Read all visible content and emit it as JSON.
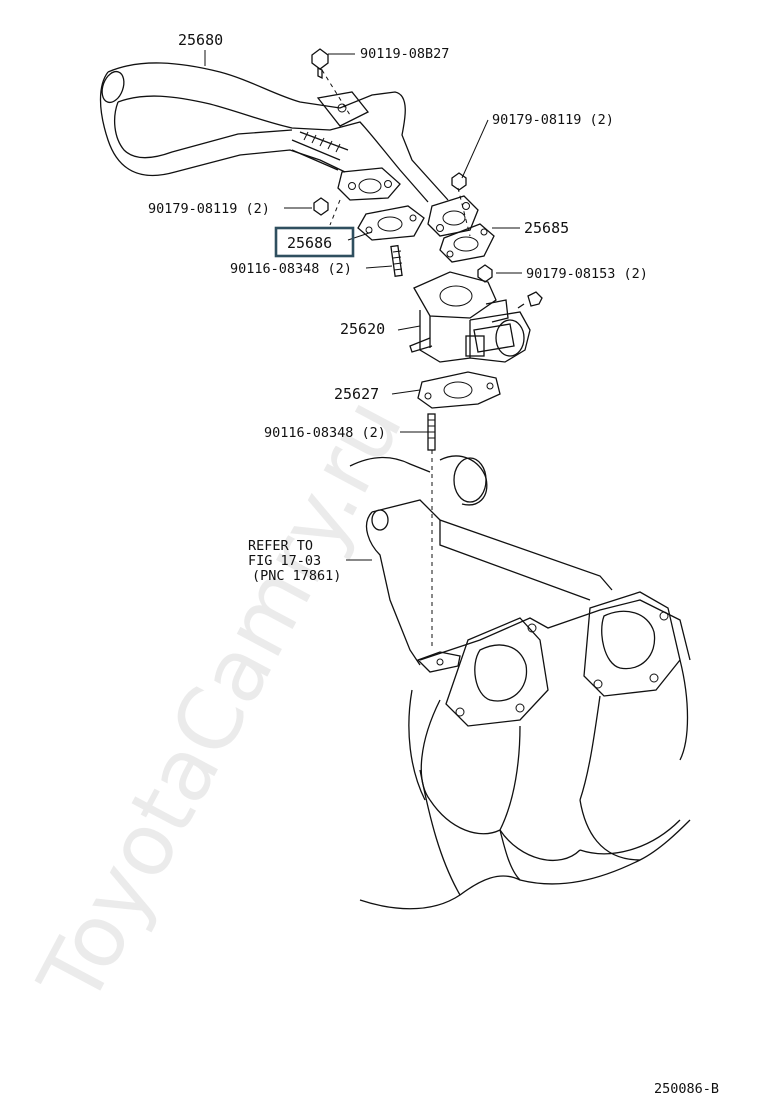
{
  "watermark": "ToyotaCamry.ru",
  "diagram_code": "250086-B",
  "highlighted_part": "25686",
  "parts": {
    "p25680": "25680",
    "p90119": "90119-08B27",
    "p90179a": "90179-08119 (2)",
    "p90179b": "90179-08119 (2)",
    "p25685": "25685",
    "p25686": "25686",
    "p90116a": "90116-08348 (2)",
    "p90179c": "90179-08153 (2)",
    "p25620": "25620",
    "p25627": "25627",
    "p90116b": "90116-08348 (2)"
  },
  "refer_note": {
    "line1": "REFER TO",
    "line2": "FIG 17-03",
    "line3": "(PNC 17861)"
  },
  "colors": {
    "line": "#111111",
    "highlight_border": "#2f4f5f",
    "watermark": "#dcdcdc"
  }
}
